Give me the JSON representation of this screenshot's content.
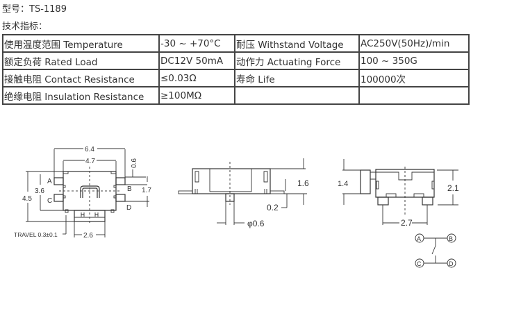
{
  "header": {
    "model": "型号：TS-1189",
    "spec_title": "技术指标："
  },
  "spec_table": {
    "rows": [
      [
        "使用温度范围 Temperature",
        "-30 ~ +70°C",
        "耐压 Withstand Voltage",
        "AC250V(50Hz)/min"
      ],
      [
        "额定负荷 Rated Load",
        "DC12V 50mA",
        "动作力 Actuating Force",
        "100 ~ 350G"
      ],
      [
        "接触电阻 Contact Resistance",
        "≤0.03Ω",
        "寿命 Life",
        "100000次"
      ],
      [
        "绝缘电阻 Insulation Resistance",
        "≥100MΩ",
        "",
        ""
      ]
    ]
  },
  "drawing": {
    "top_view": {
      "dim_width_outer": "6.4",
      "dim_width_body": "4.7",
      "dim_pin_width": "0.6",
      "dim_pin_pitch": "1.7",
      "dim_height_total": "4.5",
      "dim_height_body": "3.6",
      "dim_actuator": "2.6",
      "travel": "TRAVEL 0.3±0.1",
      "pins": [
        "A",
        "B",
        "C",
        "D"
      ]
    },
    "side_view": {
      "dim_height": "1.6",
      "dim_offset": "0.2",
      "dim_post": "φ0.6"
    },
    "end_view": {
      "dim_actuator_height": "1.4",
      "dim_height": "2.1",
      "dim_pitch": "2.7"
    },
    "schematic": {
      "terminals": [
        "A",
        "B",
        "C",
        "D"
      ]
    }
  }
}
